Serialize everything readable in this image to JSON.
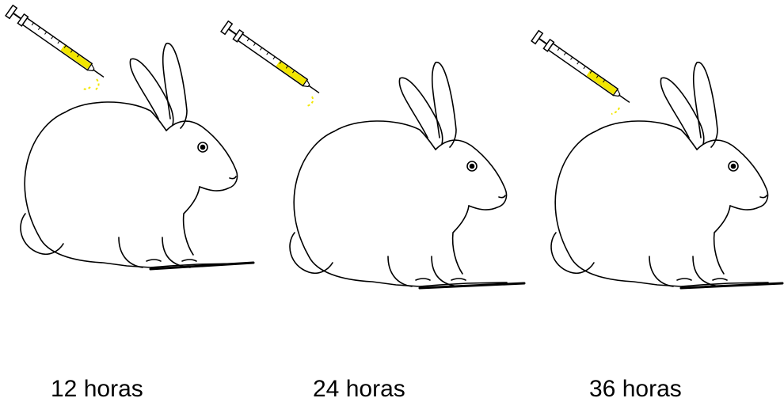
{
  "panels": [
    {
      "caption": "12 horas"
    },
    {
      "caption": "24 horas"
    },
    {
      "caption": "36 horas"
    }
  ],
  "colors": {
    "line": "#000000",
    "liquid": "#f2e600",
    "background": "#ffffff"
  },
  "icons": [
    "syringe-icon",
    "rabbit-icon"
  ]
}
